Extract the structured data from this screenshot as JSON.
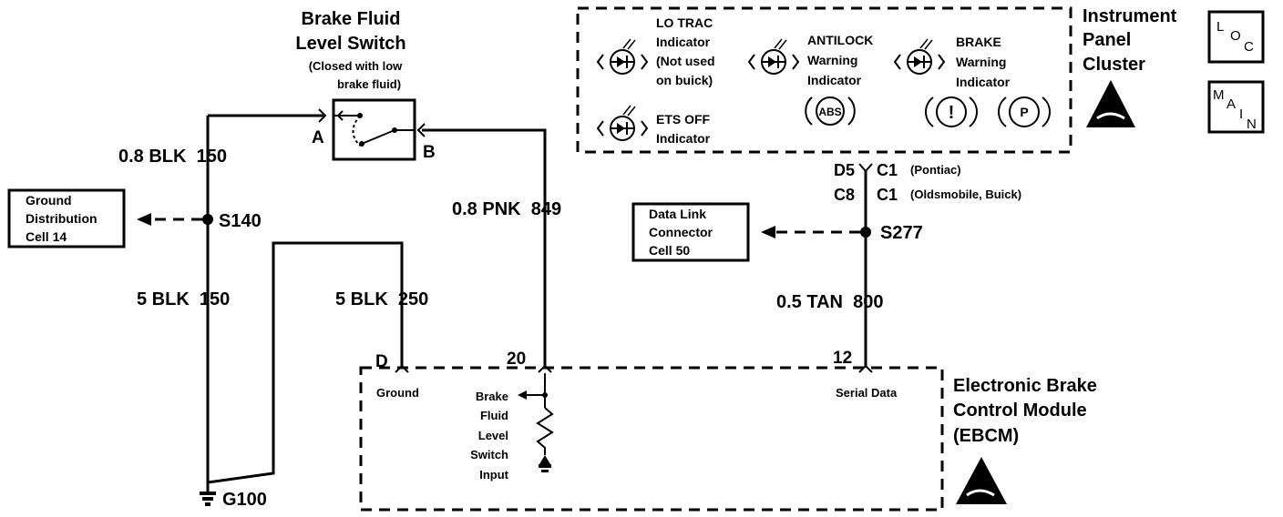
{
  "switch": {
    "title1": "Brake Fluid",
    "title2": "Level Switch",
    "note1": "(Closed with low",
    "note2": "brake fluid)",
    "pin_a": "A",
    "pin_b": "B"
  },
  "wires": {
    "w150_top": "0.8 BLK  150",
    "w150_bot": "5 BLK  150",
    "w250": "5 BLK  250",
    "w849": "0.8 PNK  849",
    "w800": "0.5 TAN  800"
  },
  "splices": {
    "s140": "S140",
    "s277": "S277",
    "g100": "G100"
  },
  "ground_dist": {
    "l1": "Ground",
    "l2": "Distribution",
    "l3": "Cell 14"
  },
  "dlc": {
    "l1": "Data Link",
    "l2": "Connector",
    "l3": "Cell 50"
  },
  "ipc": {
    "title1": "Instrument",
    "title2": "Panel",
    "title3": "Cluster",
    "lo_trac": [
      "LO TRAC",
      "Indicator",
      "(Not used",
      "on buick)"
    ],
    "ets_off": [
      "ETS OFF",
      "Indicator"
    ],
    "antilock": [
      "ANTILOCK",
      "Warning",
      "Indicator"
    ],
    "brake": [
      "BRAKE",
      "Warning",
      "Indicator"
    ],
    "abs_symbol": "ABS",
    "excl_symbol": "!",
    "p_symbol": "P"
  },
  "connectors": {
    "d5": "D5",
    "c1a": "C1",
    "pontiac": "(Pontiac)",
    "c8": "C8",
    "c1b": "C1",
    "olds": "(Oldsmobile, Buick)"
  },
  "ebcm": {
    "title1": "Electronic Brake",
    "title2": "Control Module",
    "title3": "(EBCM)",
    "pin_d": "D",
    "pin_20": "20",
    "pin_12": "12",
    "ground": "Ground",
    "serial": "Serial Data",
    "input": [
      "Brake",
      "Fluid",
      "Level",
      "Switch",
      "Input"
    ]
  },
  "badges": {
    "loc": [
      "L",
      "O",
      "C"
    ],
    "main": [
      "M",
      "A",
      "I",
      "N"
    ]
  }
}
